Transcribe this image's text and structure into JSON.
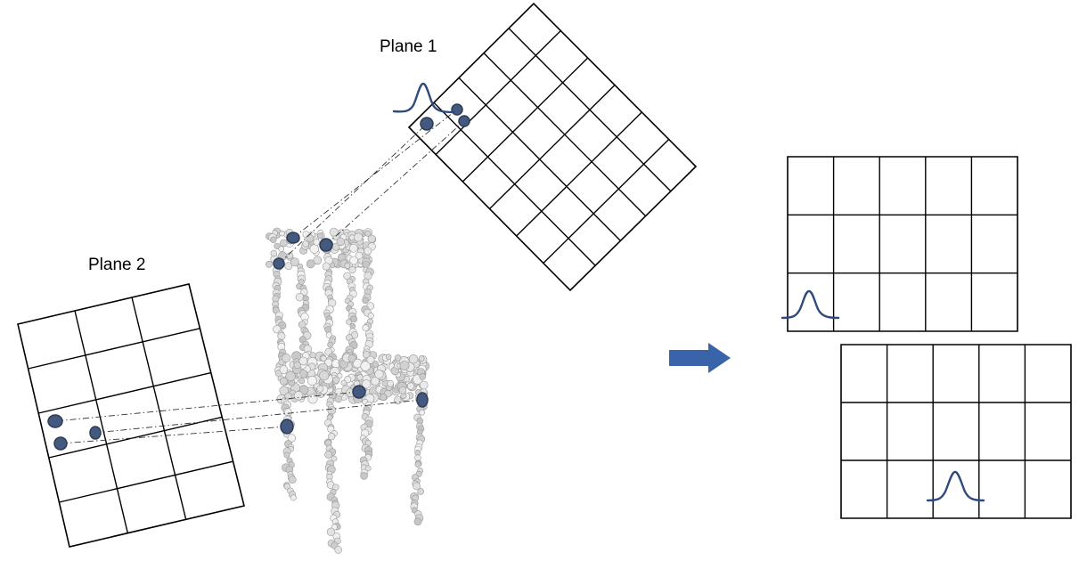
{
  "labels": {
    "plane1": "Plane 1",
    "plane2": "Plane 2"
  },
  "colors": {
    "point_fill": "#44597f",
    "point_stroke": "#2f3c55",
    "gaussian_stroke": "#2e4a7e",
    "arrow_fill": "#3a64a9",
    "grid_stroke": "#000000",
    "chair_points": "#d9d9d9"
  },
  "grids": {
    "plane1": {
      "cols": 5,
      "rows": 6
    },
    "plane2": {
      "cols": 3,
      "rows": 5
    },
    "output_top": {
      "cols": 5,
      "rows": 3
    },
    "output_bottom": {
      "cols": 5,
      "rows": 3
    }
  },
  "elements": {
    "arrow": "right-arrow-icon",
    "chair": "chair-point-cloud"
  }
}
